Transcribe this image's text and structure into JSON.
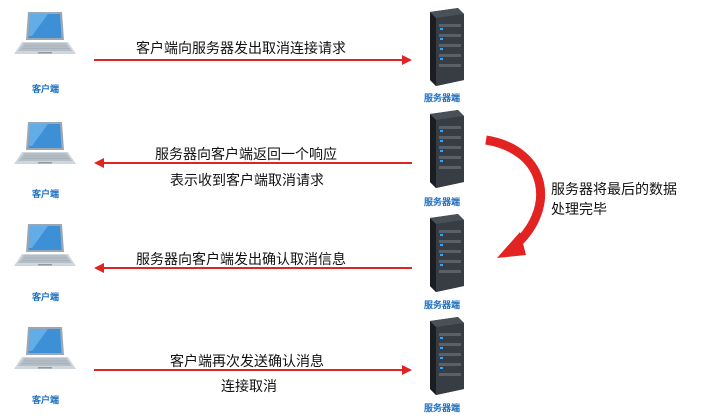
{
  "labels": {
    "client": "客户端",
    "server": "服务器端"
  },
  "steps": [
    {
      "direction": "client-to-server",
      "lines": [
        "客户端向服务器发出取消连接请求"
      ]
    },
    {
      "direction": "server-to-client",
      "lines": [
        "服务器向客户端返回一个响应",
        "表示收到客户端取消请求"
      ]
    },
    {
      "direction": "server-to-client",
      "lines": [
        "服务器向客户端发出确认取消信息"
      ]
    },
    {
      "direction": "client-to-server",
      "lines": [
        "客户端再次发送确认消息",
        "连接取消"
      ]
    }
  ],
  "server_note": [
    "服务器将最后的数据",
    "处理完毕"
  ],
  "colors": {
    "arrow": "#e32222",
    "label": "#1f6fbf"
  }
}
